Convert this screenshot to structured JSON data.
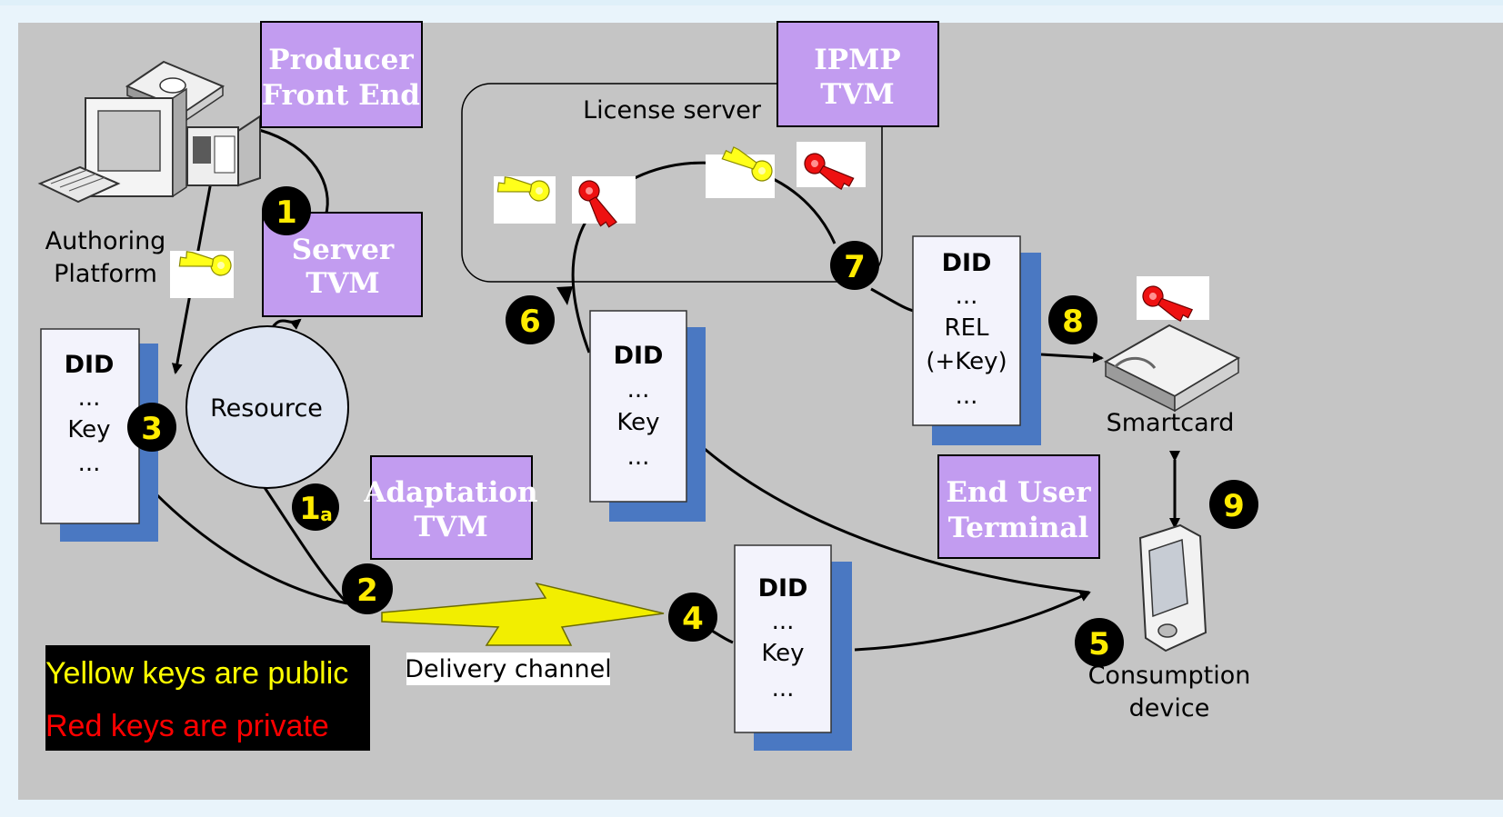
{
  "boxes": {
    "producer_front_end": [
      "Producer",
      "Front End"
    ],
    "server_tvm": [
      "Server",
      "TVM"
    ],
    "ipmp_tvm": [
      "IPMP",
      "TVM"
    ],
    "adaptation_tvm": [
      "Adaptation",
      "TVM"
    ],
    "end_user_terminal": [
      "End User",
      "Terminal"
    ]
  },
  "labels": {
    "authoring_platform": [
      "Authoring",
      "Platform"
    ],
    "license_server": "License server",
    "resource": "Resource",
    "delivery_channel": "Delivery channel",
    "smartcard": "Smartcard",
    "consumption_device": [
      "Consumption",
      "device"
    ]
  },
  "documents": {
    "doc_authoring": [
      "DID",
      "...",
      "Key",
      "..."
    ],
    "doc_middle": [
      "DID",
      "...",
      "Key",
      "..."
    ],
    "doc_delivery": [
      "DID",
      "...",
      "Key",
      "..."
    ],
    "doc_license": [
      "DID",
      "...",
      "REL",
      "(+Key)",
      "..."
    ]
  },
  "steps": {
    "s1": "1",
    "s1a_main": "1",
    "s1a_sub": "a",
    "s2": "2",
    "s3": "3",
    "s4": "4",
    "s5": "5",
    "s6": "6",
    "s7": "7",
    "s8": "8",
    "s9": "9"
  },
  "legend": {
    "yellow_line": "Yellow keys are public",
    "red_line": "Red keys are private"
  },
  "colors": {
    "panel": "#c5c5c5",
    "tvm_box": "#c29cf0",
    "doc_fill": "#f3f3fc",
    "doc_shadow": "#4a78c2",
    "public_key": "#ffff00",
    "private_key": "#ee1111",
    "step_badge": "#000000",
    "step_text": "#ffeb00"
  }
}
